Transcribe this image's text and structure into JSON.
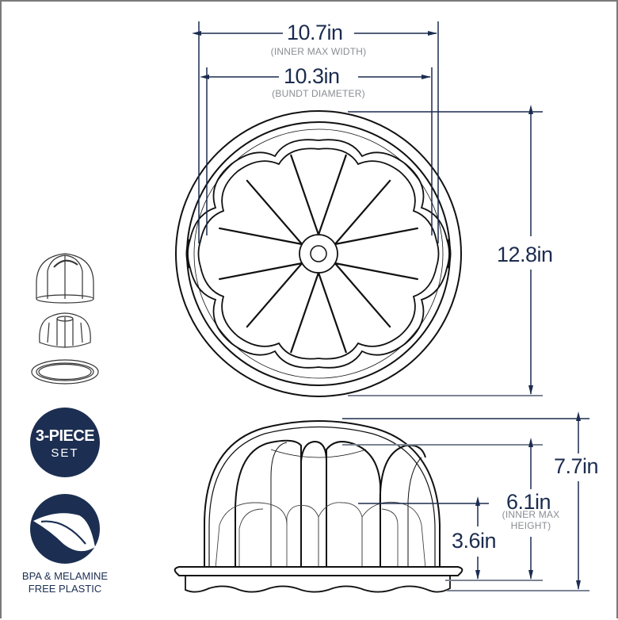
{
  "dimensions": {
    "inner_max_width": {
      "value": "10.7in",
      "caption": "(INNER MAX WIDTH)"
    },
    "bundt_diameter": {
      "value": "10.3in",
      "caption": "(BUNDT DIAMETER)"
    },
    "overall_diameter": {
      "value": "12.8in"
    },
    "overall_height": {
      "value": "7.7in"
    },
    "inner_max_height": {
      "value": "6.1in",
      "caption_line1": "(INNER MAX",
      "caption_line2": "HEIGHT)"
    },
    "bundt_height": {
      "value": "3.6in"
    }
  },
  "badges": {
    "piece_set": {
      "line1": "3-PIECE",
      "line2": "SET"
    },
    "material": {
      "icon": "leaf-icon",
      "caption_line1": "BPA & MELAMINE",
      "caption_line2": "FREE PLASTIC"
    }
  },
  "colors": {
    "dimension_navy": "#1b2c4f",
    "badge_navy": "#1c2f52",
    "caption_gray": "#8a8d92",
    "extension_gray": "#7d8494",
    "border_gray": "#7a7a7a"
  }
}
